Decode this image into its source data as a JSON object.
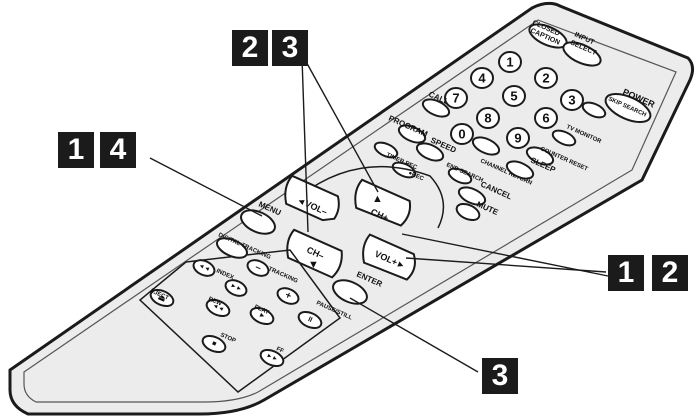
{
  "callouts": {
    "top_left": "2",
    "top_right": "3",
    "mid_left_a": "1",
    "mid_left_b": "4",
    "right_a": "1",
    "right_b": "2",
    "bottom": "3"
  },
  "remote": {
    "top_labels": {
      "closed_caption": [
        "CLOSED",
        "CAPTION"
      ],
      "input_select": [
        "INPUT",
        "SELECT"
      ],
      "power": "POWER"
    },
    "digits": [
      "1",
      "2",
      "3",
      "4",
      "5",
      "6",
      "7",
      "8",
      "9",
      "0"
    ],
    "function_labels": {
      "call": "CALL",
      "program": "PROGRAM",
      "speed": "SPEED",
      "skip_search": [
        "SKIP",
        "SEARCH"
      ],
      "tv_monitor": "TV MONITOR",
      "timer_rec": [
        "TIMER",
        "REC"
      ],
      "rec": "●REC",
      "channel_return": [
        "CHANNEL",
        "RETURN"
      ],
      "counter_reset": [
        "COUNTER",
        "RESET"
      ],
      "end_search": [
        "END",
        "SEARCH"
      ],
      "sleep": "SLEEP",
      "cancel": "CANCEL",
      "mute": "MUTE",
      "menu": "MENU",
      "vol_minus": "◄VOL–",
      "vol_plus": "VOL+►",
      "ch_plus": "CH+",
      "ch_minus": "CH–",
      "enter": "ENTER",
      "digital_tracking": [
        "DIGITAL",
        "TRACKING"
      ],
      "index": "INDEX",
      "tracking": "TRACKING",
      "eject": "EJECT",
      "rew": "REW",
      "play": "PLAY",
      "pause_still": [
        "PAUSE",
        "STILL"
      ],
      "stop": "STOP",
      "ff": "FF"
    },
    "symbols": {
      "plus": "+",
      "minus": "–",
      "eject": "⏏",
      "rewind": "◄◄",
      "play": "►",
      "pause": "II",
      "stop": "■",
      "ff": "►►"
    }
  },
  "colors": {
    "body": "#e9e9e9",
    "outline": "#1b1b1b",
    "button": "#ffffff",
    "callout_bg": "#1b1b1b",
    "callout_text": "#ffffff"
  }
}
